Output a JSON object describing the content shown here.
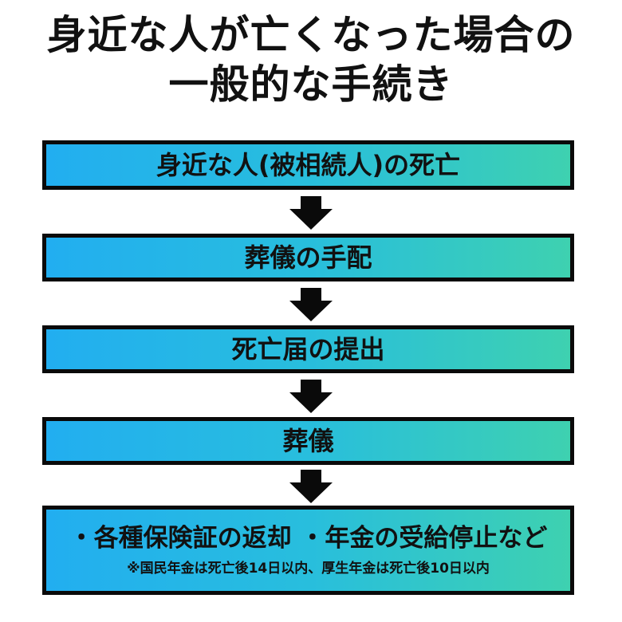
{
  "title": {
    "line1": "身近な人が亡くなった場合の",
    "line2": "一般的な手続き"
  },
  "steps": [
    {
      "label": "身近な人(被相続人)の死亡"
    },
    {
      "label": "葬儀の手配"
    },
    {
      "label": "死亡届の提出"
    },
    {
      "label": "葬儀"
    },
    {
      "label": "・各種保険証の返却 ・年金の受給停止など",
      "note": "※国民年金は死亡後14日以内、厚生年金は死亡後10日以内"
    }
  ],
  "colors": {
    "box_gradient_start": "#22aef0",
    "box_gradient_end": "#3ed1b0",
    "border": "#0a0a0a",
    "text": "#111111"
  },
  "icons": {
    "arrow": "arrow-down-icon"
  }
}
